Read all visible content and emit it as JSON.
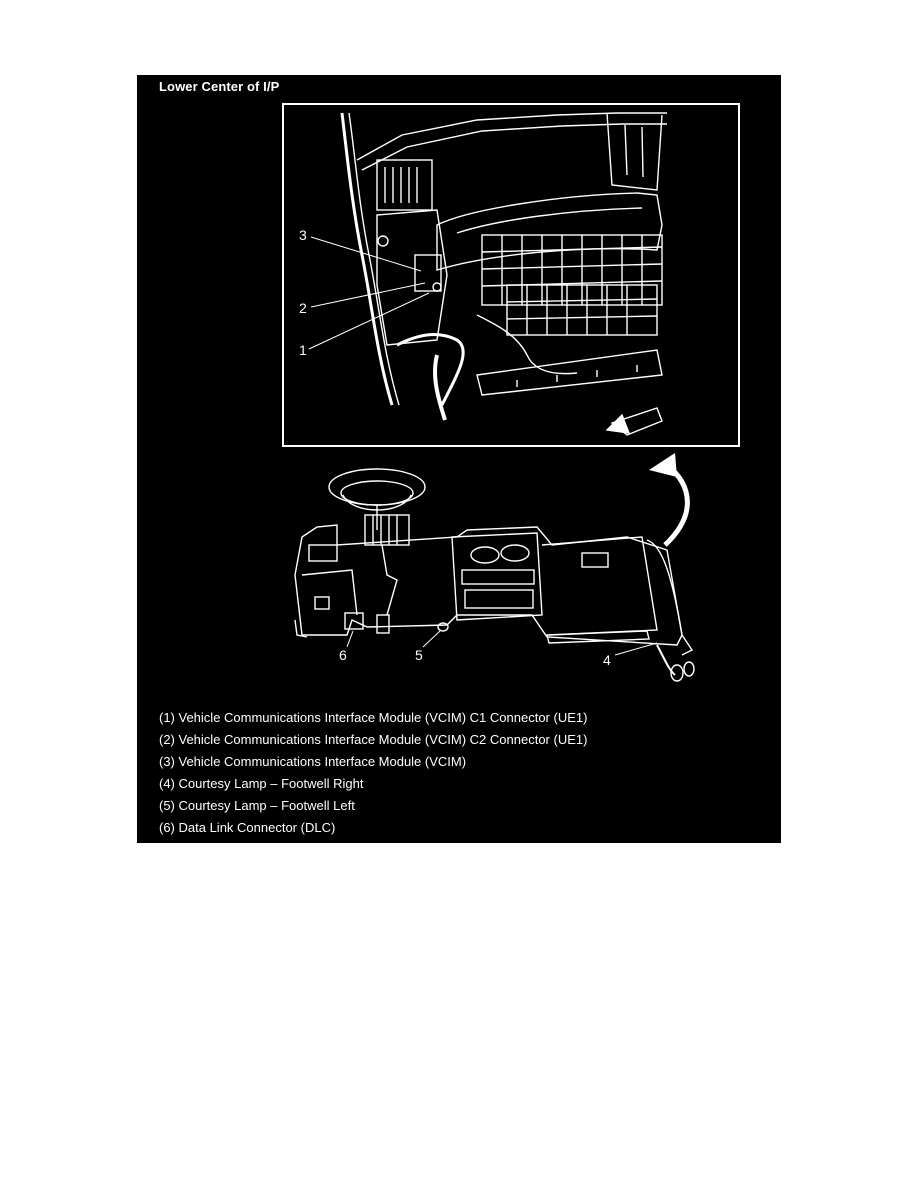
{
  "section_title": "Lower Center of I/P",
  "callouts": {
    "c1": "1",
    "c2": "2",
    "c3": "3",
    "c4": "4",
    "c5": "5",
    "c6": "6"
  },
  "legend": [
    "(1) Vehicle Communications Interface Module (VCIM) C1 Connector (UE1)",
    "(2) Vehicle Communications Interface Module (VCIM) C2 Connector (UE1)",
    "(3) Vehicle Communications Interface Module (VCIM)",
    "(4) Courtesy Lamp – Footwell Right",
    "(5) Courtesy Lamp – Footwell Left",
    "(6) Data Link Connector (DLC)"
  ],
  "colors": {
    "background": "#000000",
    "line_art": "#ffffff"
  }
}
